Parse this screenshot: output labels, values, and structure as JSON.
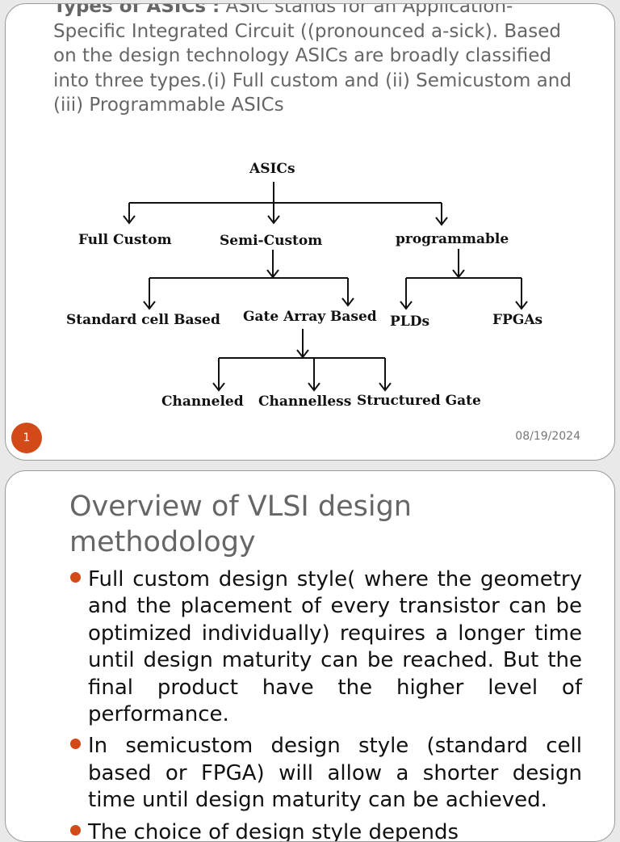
{
  "slide1": {
    "intro_bold": "Types of ASICs :",
    "intro_text": " ASIC stands for   an Application-Specific Integrated Circuit ((pronounced  a-sick). Based on the design technology ASICs are broadly classified into three types.(i) Full custom and (ii) Semicustom and (iii) Programmable ASICs",
    "diagram": {
      "root": "ASICs",
      "level1": [
        "Full Custom",
        "Semi-Custom",
        "programmable"
      ],
      "semi_children": [
        "Standard cell Based",
        "Gate Array Based"
      ],
      "prog_children": [
        "PLDs",
        "FPGAs"
      ],
      "gate_children": [
        "Channeled",
        "Channelless",
        "Structured Gate"
      ]
    },
    "slide_number": "1",
    "date": "08/19/2024"
  },
  "slide2": {
    "title": "Overview of VLSI design methodology",
    "bullets": [
      "Full custom design style( where the geometry and the placement of every transistor can be optimized individually) requires a longer time until design maturity can be reached. But the final product have the higher level of performance.",
      "In semicustom design style (standard cell based or FPGA) will allow a shorter design time until design maturity can be achieved.",
      "The choice of design style depends"
    ]
  },
  "colors": {
    "accent": "#d24a18",
    "title_gray": "#666666",
    "text": "#111111"
  }
}
